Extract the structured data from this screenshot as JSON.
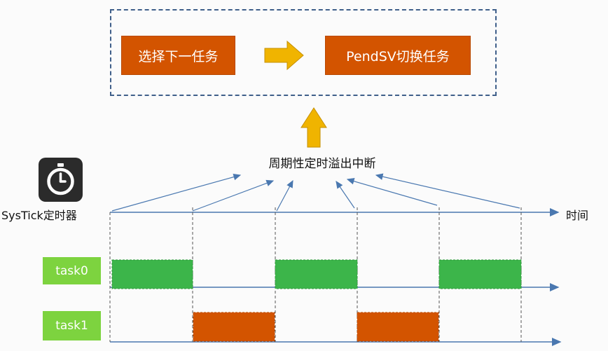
{
  "top_box": {
    "select_next_label": "选择下一任务",
    "pendsv_label": "PendSV切换任务"
  },
  "interrupt_label": "周期性定时溢出中断",
  "systick_label": "SysTick定时器",
  "time_label": "时间",
  "tasks": {
    "task0_label": "task0",
    "task1_label": "task1"
  },
  "colors": {
    "orange": "#d35400",
    "green_block": "#3cb54a",
    "green_label": "#7dd33f",
    "arrow_yellow": "#f0b400",
    "line_blue": "#4a78b0"
  },
  "icons": [
    "timer-icon",
    "right-arrow-icon",
    "up-arrow-icon"
  ]
}
